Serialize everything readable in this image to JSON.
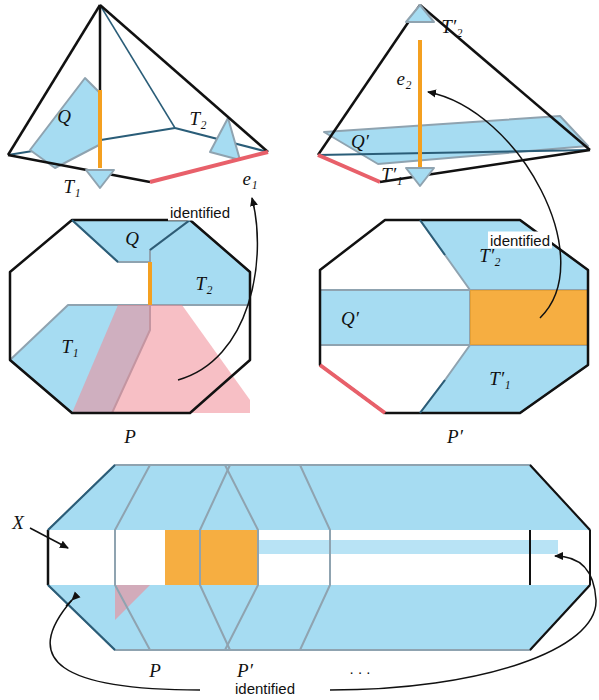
{
  "diagram": {
    "labels": [
      "Q",
      "T₂",
      "T₁",
      "e₁",
      "Q′",
      "T′₂",
      "e₂",
      "T′₁",
      "identified",
      "identified",
      "Q",
      "T₂",
      "T₁",
      "Q′",
      "T′₂",
      "T′₁",
      "P",
      "P′",
      "X",
      "P",
      "P′",
      ". . .",
      "identified"
    ]
  }
}
